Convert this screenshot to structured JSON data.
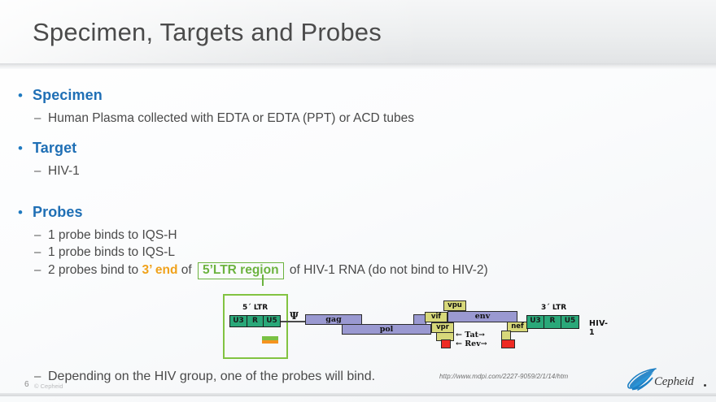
{
  "slide": {
    "title": "Specimen, Targets and Probes",
    "page_number": "6",
    "watermark": "© Cepheid",
    "source_url": "http://www.mdpi.com/2227-9059/2/1/14/htm",
    "logo_text": "Cepheid",
    "colors": {
      "heading_blue": "#1f6fb5",
      "bullet_blue": "#1f7ac0",
      "body_gray": "#4a4a4a",
      "accent_orange": "#f0a21b",
      "accent_green": "#6cb33f",
      "ltr_teal": "#2aa879",
      "gene_purple": "#9a99d1",
      "accessory_olive": "#d7d87a",
      "red_block": "#ee2b24"
    }
  },
  "bullets": [
    {
      "label": "Specimen",
      "bullet_glyph": "•",
      "sub": [
        {
          "dash": "–",
          "text": "Human Plasma collected with EDTA or EDTA (PPT) or ACD tubes"
        }
      ]
    },
    {
      "label": "Target",
      "bullet_glyph": "•",
      "sub": [
        {
          "dash": "–",
          "text": "HIV-1"
        }
      ]
    },
    {
      "label": "Probes",
      "bullet_glyph": "•",
      "sub": [
        {
          "dash": "–",
          "text": "1 probe binds to IQS-H"
        },
        {
          "dash": "–",
          "text": "1 probe binds to  IQS-L"
        }
      ]
    }
  ],
  "probe_line": {
    "dash": "–",
    "part1": "2 probes bind to ",
    "emphasis_3end": "3’ end",
    "part2": " of ",
    "boxed_ltr": "5’LTR region",
    "part3": " of HIV-1 RNA (do not bind to HIV-2)"
  },
  "closing_line": {
    "dash": "–",
    "text": "Depending on the HIV group, one of the probes will bind."
  },
  "genome": {
    "organism_label": "HIV-1",
    "psi_symbol": "Ψ",
    "ltr5_label": "5´ LTR",
    "ltr3_label": "3´ LTR",
    "ltr_segments": [
      "U3",
      "R",
      "U5"
    ],
    "genes": [
      "gag",
      "pol",
      "vif",
      "vpr",
      "vpu",
      "env",
      "nef"
    ],
    "regulatory": [
      "Tat",
      "Rev"
    ],
    "tat_label": "Tat",
    "rev_label": "Rev",
    "arrow_left": "←",
    "arrow_right": "→"
  }
}
